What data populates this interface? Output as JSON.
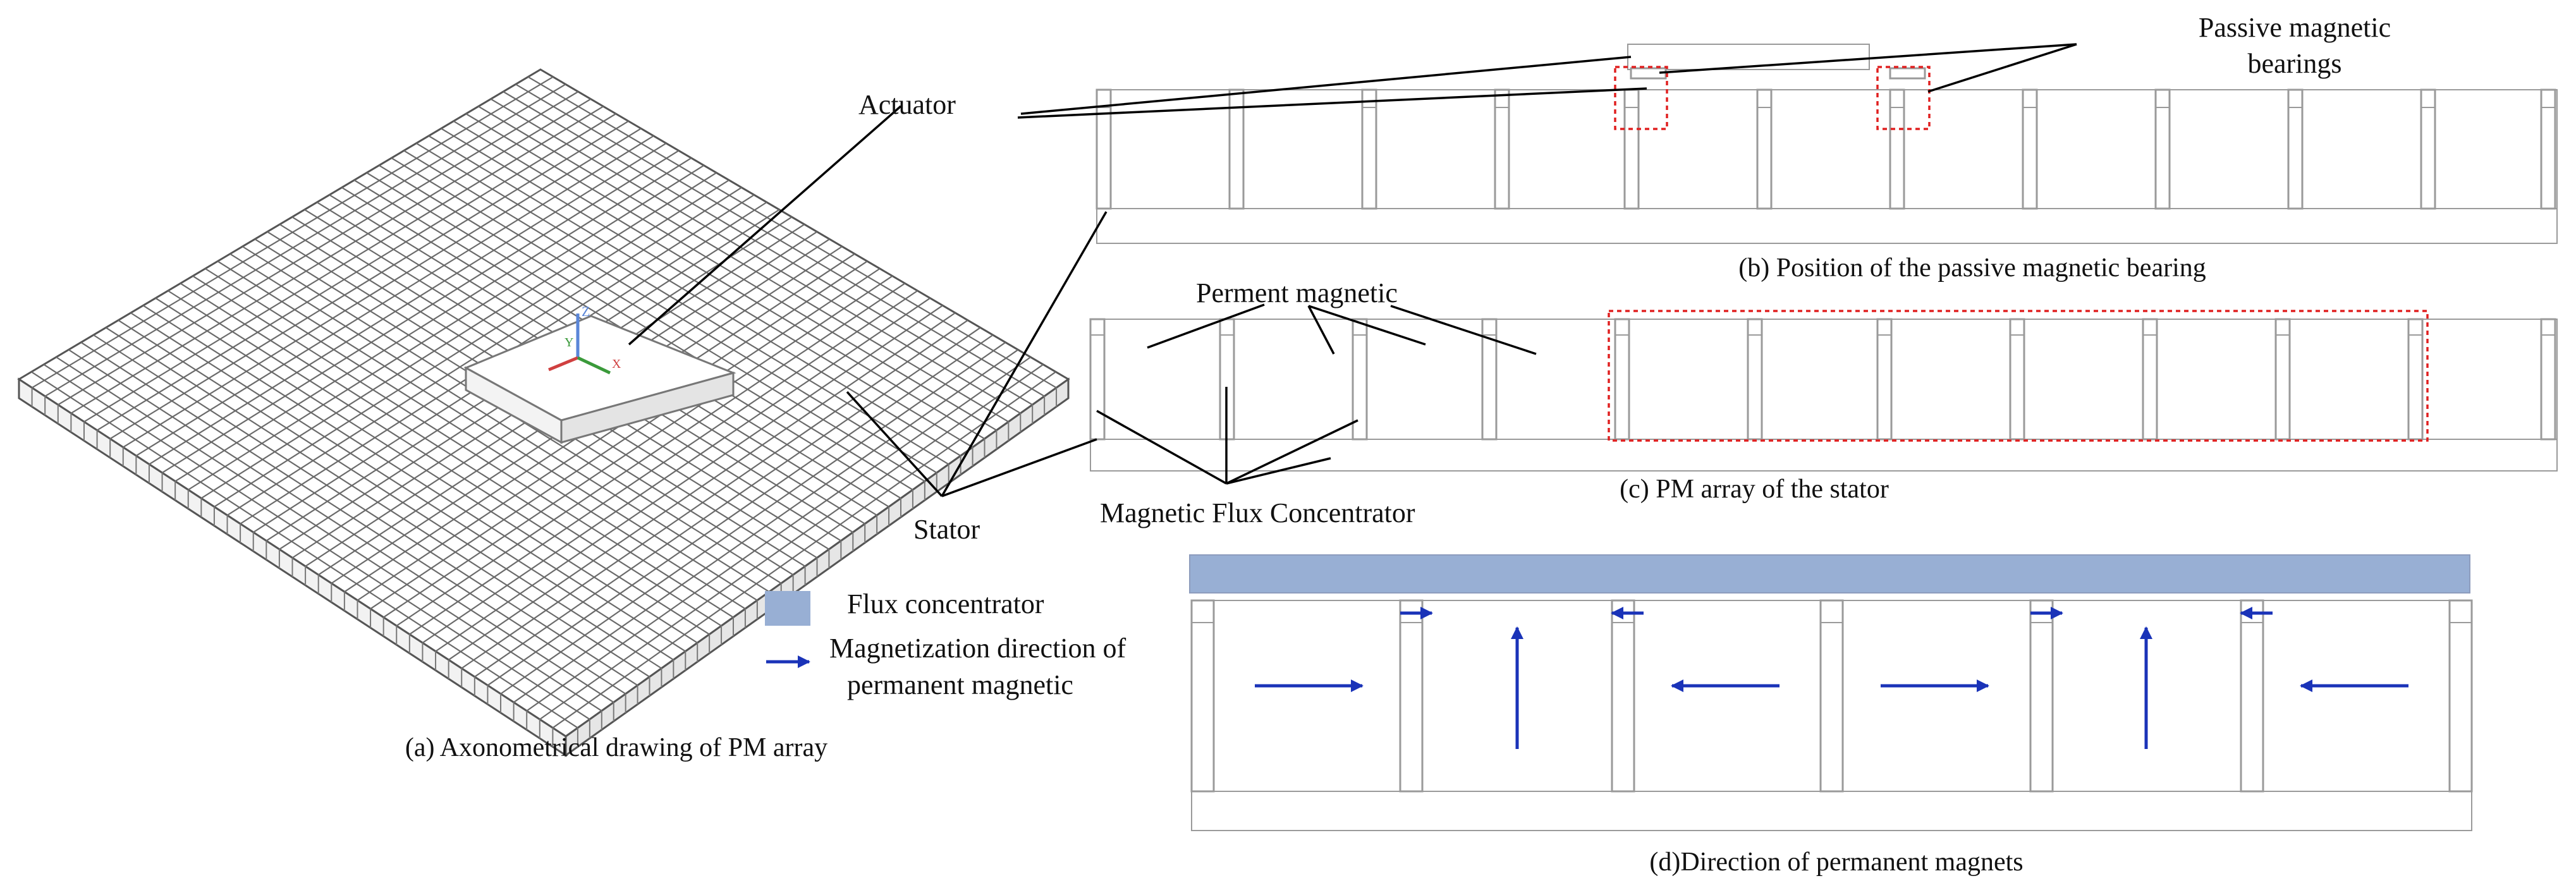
{
  "labels": {
    "actuator": "Actuator",
    "stator": "Stator",
    "passive_line1": "Passive magnetic",
    "passive_line2": "bearings",
    "perment_magnetic": "Perment magnetic",
    "flux_concentrator_label": "Magnetic Flux Concentrator"
  },
  "legend": {
    "flux_concentrator": "Flux concentrator",
    "magnetization_line1": "Magnetization direction of",
    "magnetization_line2": "permanent magnetic"
  },
  "captions": {
    "a": "(a) Axonometrical drawing of PM array",
    "b": "(b) Position of the passive magnetic bearing",
    "c": "(c) PM array of the stator",
    "d": "(d)Direction of permanent magnets"
  },
  "axis_labels": {
    "z": "Z",
    "y": "Y",
    "x": "X"
  },
  "colors": {
    "flux_fill": "#98afd4",
    "arrow": "#1a33b8",
    "highlight": "#e02020",
    "outline": "#9a9a9a"
  },
  "magnet_directions": [
    "right",
    "up",
    "left",
    "right",
    "up",
    "left"
  ],
  "bearing_arrows": [
    "right",
    "left",
    "right",
    "left"
  ]
}
